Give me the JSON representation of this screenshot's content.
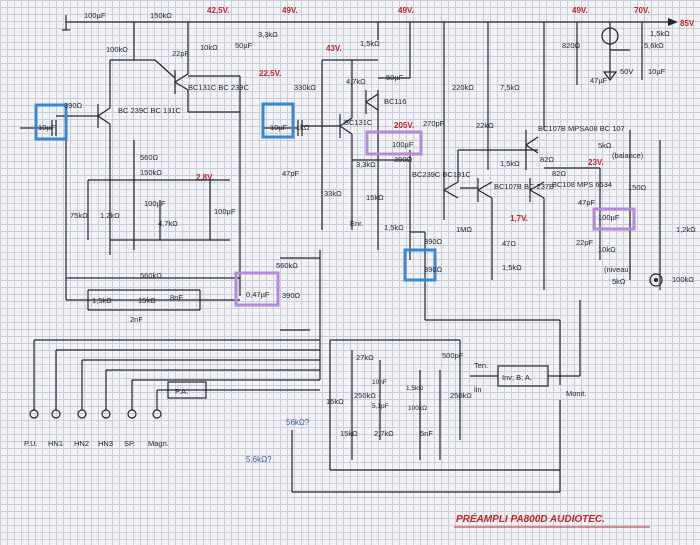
{
  "title": "PRÉAMPLI PA800D AUDIOTEC.",
  "supply": "85V",
  "voltages": [
    "42,5V.",
    "49V.",
    "49V.",
    "49V.",
    "70V.",
    "22,5V.",
    "43V.",
    "205V.",
    "2,8V.",
    "23V.",
    "1,7V."
  ],
  "notes": [
    "56kΩ?",
    "5,6kΩ?"
  ],
  "inputs": [
    "P.U.",
    "HN1",
    "HN2",
    "HN3",
    "SP.",
    "Magn."
  ],
  "blocks": [
    "P.A.",
    "Inv; B; A."
  ],
  "transistors": [
    "BC 239C\nBC 131C",
    "BC131C\nBC 239C",
    "BC131C",
    "BC116",
    "BC239C\nBC131C",
    "BC107B\nBC 237B",
    "BC107B\nMPSA08\nBC 107",
    "BC108\nMPS 6534"
  ],
  "components": [
    "100µF",
    "150kΩ",
    "100kΩ",
    "22pF",
    "10kΩ",
    "50µF",
    "3,3kΩ",
    "1,5kΩ",
    "820Ω",
    "47µF",
    "50V",
    "10µF",
    "1,5kΩ",
    "5,6kΩ",
    "10µF",
    "390Ω",
    "560Ω",
    "150kΩ",
    "75kΩ",
    "1,2kΩ",
    "100µF",
    "4,7kΩ",
    "100µF",
    "10µF",
    "1kΩ",
    "330kΩ",
    "4,7kΩ",
    "50µF",
    "220kΩ",
    "7,5kΩ",
    "47pF",
    "33kΩ",
    "3,3kΩ",
    "390Ω",
    "15kΩ",
    "1,5kΩ",
    "100µF",
    "270pF",
    "22kΩ",
    "1,5kΩ",
    "82Ω",
    "82Ω",
    "47pF",
    "22pF",
    "5kΩ",
    "150Ω",
    "10kΩ",
    "1,2kΩ",
    "100kΩ",
    "390Ω",
    "390Ω",
    "1MΩ",
    "47Ω",
    "1,5kΩ",
    "100µF",
    "5kΩ",
    "560kΩ",
    "560kΩ",
    "0,47µF",
    "390Ω",
    "1,5kΩ",
    "8nF",
    "15kΩ",
    "2nF",
    "27kΩ",
    "500pF",
    "10nF",
    "1,5kΩ",
    "5,1pF",
    "100kΩ",
    "250kΩ",
    "250kΩ",
    "2,7kΩ",
    "15kΩ",
    "5nF",
    "15kΩ"
  ],
  "labels_misc": [
    "Enr.",
    "(balance)",
    "(niveau)",
    "Ten.",
    "lin",
    "Monit."
  ]
}
